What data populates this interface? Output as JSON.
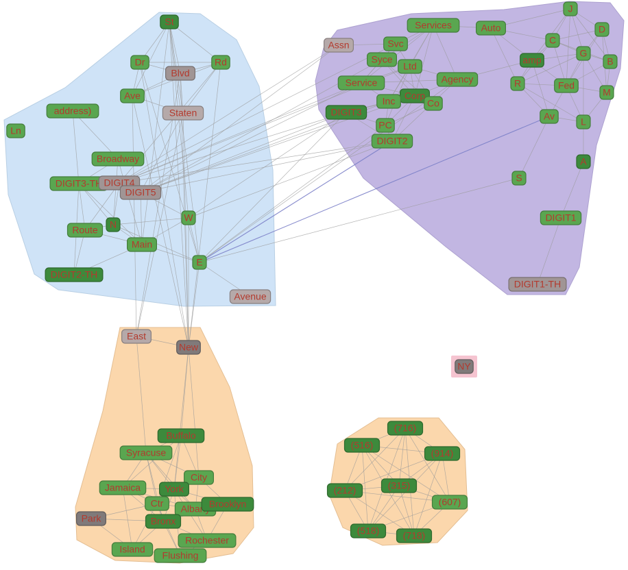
{
  "colors": {
    "cluster_blue": "#cfe3f7",
    "cluster_purple": "#c2b6e2",
    "cluster_orange": "#fbd7ac",
    "node_green": "#5aa650",
    "node_dark_green": "#3d8a3c",
    "node_gray": "#a09595",
    "node_dark_gray": "#807a7a",
    "node_pink_border": "#f0a8b8",
    "label_red": "#b33a2e"
  },
  "nodes": [
    {
      "id": "st",
      "label": "St",
      "color": "#3d8a3c"
    },
    {
      "id": "dr",
      "label": "Dr",
      "color": "#5aa650"
    },
    {
      "id": "blvd",
      "label": "Blvd",
      "color": "#a09595"
    },
    {
      "id": "rd",
      "label": "Rd",
      "color": "#5aa650"
    },
    {
      "id": "ave",
      "label": "Ave",
      "color": "#5aa650"
    },
    {
      "id": "staten",
      "label": "Staten",
      "color": "#b5a9a9"
    },
    {
      "id": "address",
      "label": "address)",
      "color": "#5aa650"
    },
    {
      "id": "ln",
      "label": "Ln",
      "color": "#5aa650"
    },
    {
      "id": "broadway",
      "label": "Broadway",
      "color": "#5aa650"
    },
    {
      "id": "digit3th",
      "label": "DIGIT3-TH",
      "color": "#5aa650"
    },
    {
      "id": "digit4",
      "label": "DIGIT4",
      "color": "#a09595"
    },
    {
      "id": "digit5",
      "label": "DIGIT5",
      "color": "#a09595"
    },
    {
      "id": "w",
      "label": "W",
      "color": "#5aa650"
    },
    {
      "id": "route",
      "label": "Route",
      "color": "#5aa650"
    },
    {
      "id": "n",
      "label": "N",
      "color": "#3d8a3c"
    },
    {
      "id": "main",
      "label": "Main",
      "color": "#5aa650"
    },
    {
      "id": "e",
      "label": "E",
      "color": "#5aa650"
    },
    {
      "id": "digit2th",
      "label": "DIGIT2-TH",
      "color": "#3d8a3c"
    },
    {
      "id": "avenue",
      "label": "Avenue",
      "color": "#b5a9a9"
    },
    {
      "id": "assn",
      "label": "Assn",
      "color": "#b5a9a9"
    },
    {
      "id": "svc",
      "label": "Svc",
      "color": "#5aa650"
    },
    {
      "id": "services",
      "label": "Services",
      "color": "#5aa650"
    },
    {
      "id": "auto",
      "label": "Auto",
      "color": "#5aa650"
    },
    {
      "id": "j",
      "label": "J",
      "color": "#5aa650"
    },
    {
      "id": "d",
      "label": "D",
      "color": "#5aa650"
    },
    {
      "id": "c",
      "label": "C",
      "color": "#5aa650"
    },
    {
      "id": "syce",
      "label": "Syce",
      "color": "#5aa650"
    },
    {
      "id": "ltd",
      "label": "Ltd",
      "color": "#5aa650"
    },
    {
      "id": "amp",
      "label": "amp",
      "color": "#3d8a3c"
    },
    {
      "id": "g",
      "label": "G",
      "color": "#5aa650"
    },
    {
      "id": "b",
      "label": "B",
      "color": "#5aa650"
    },
    {
      "id": "service",
      "label": "Service",
      "color": "#5aa650"
    },
    {
      "id": "agency",
      "label": "Agency",
      "color": "#5aa650"
    },
    {
      "id": "r",
      "label": "R",
      "color": "#5aa650"
    },
    {
      "id": "fed",
      "label": "Fed",
      "color": "#5aa650"
    },
    {
      "id": "m",
      "label": "M",
      "color": "#5aa650"
    },
    {
      "id": "corp",
      "label": "Corp",
      "color": "#3d8a3c"
    },
    {
      "id": "inc",
      "label": "Inc",
      "color": "#5aa650"
    },
    {
      "id": "co",
      "label": "Co",
      "color": "#5aa650"
    },
    {
      "id": "digit3",
      "label": "DIGIT3",
      "color": "#3d8a3c"
    },
    {
      "id": "av",
      "label": "Av",
      "color": "#5aa650"
    },
    {
      "id": "l",
      "label": "L",
      "color": "#5aa650"
    },
    {
      "id": "pc",
      "label": "PC",
      "color": "#5aa650"
    },
    {
      "id": "digit2",
      "label": "DIGIT2",
      "color": "#5aa650"
    },
    {
      "id": "a",
      "label": "A",
      "color": "#3d8a3c"
    },
    {
      "id": "s",
      "label": "S",
      "color": "#5aa650"
    },
    {
      "id": "digit1",
      "label": "DIGIT1",
      "color": "#5aa650"
    },
    {
      "id": "digit1th",
      "label": "DIGIT1-TH",
      "color": "#a09595"
    },
    {
      "id": "east",
      "label": "East",
      "color": "#b5a9a9"
    },
    {
      "id": "new",
      "label": "New",
      "color": "#807a7a"
    },
    {
      "id": "ny",
      "label": "NY",
      "color": "#807a7a"
    },
    {
      "id": "buffalo",
      "label": "Buffalo",
      "color": "#3d8a3c"
    },
    {
      "id": "syracuse",
      "label": "Syracuse",
      "color": "#5aa650"
    },
    {
      "id": "city",
      "label": "City",
      "color": "#5aa650"
    },
    {
      "id": "jamaica",
      "label": "Jamaica",
      "color": "#5aa650"
    },
    {
      "id": "york",
      "label": "York",
      "color": "#3d8a3c"
    },
    {
      "id": "ctr",
      "label": "Ctr",
      "color": "#5aa650"
    },
    {
      "id": "albany",
      "label": "Albany",
      "color": "#5aa650"
    },
    {
      "id": "brooklyn",
      "label": "Brooklyn",
      "color": "#3d8a3c"
    },
    {
      "id": "park",
      "label": "Park",
      "color": "#807a7a"
    },
    {
      "id": "bronx",
      "label": "Bronx",
      "color": "#3d8a3c"
    },
    {
      "id": "rochester",
      "label": "Rochester",
      "color": "#5aa650"
    },
    {
      "id": "island",
      "label": "Island",
      "color": "#5aa650"
    },
    {
      "id": "flushing",
      "label": "Flushing",
      "color": "#5aa650"
    },
    {
      "id": "a716",
      "label": "(716)",
      "color": "#3d8a3c"
    },
    {
      "id": "a516",
      "label": "(516)",
      "color": "#3d8a3c"
    },
    {
      "id": "a914",
      "label": "(914)",
      "color": "#3d8a3c"
    },
    {
      "id": "a315",
      "label": "(315)",
      "color": "#3d8a3c"
    },
    {
      "id": "a212",
      "label": "(212)",
      "color": "#3d8a3c"
    },
    {
      "id": "a607",
      "label": "(607)",
      "color": "#5aa650"
    },
    {
      "id": "a518",
      "label": "(518)",
      "color": "#3d8a3c"
    },
    {
      "id": "a718",
      "label": "(718)",
      "color": "#3d8a3c"
    }
  ],
  "edges": [
    [
      "st",
      "dr"
    ],
    [
      "st",
      "blvd"
    ],
    [
      "st",
      "rd"
    ],
    [
      "st",
      "ave"
    ],
    [
      "st",
      "staten"
    ],
    [
      "st",
      "w"
    ],
    [
      "st",
      "e"
    ],
    [
      "st",
      "new"
    ],
    [
      "st",
      "main"
    ],
    [
      "dr",
      "blvd"
    ],
    [
      "dr",
      "ave"
    ],
    [
      "dr",
      "rd"
    ],
    [
      "dr",
      "e"
    ],
    [
      "dr",
      "new"
    ],
    [
      "blvd",
      "rd"
    ],
    [
      "blvd",
      "ave"
    ],
    [
      "blvd",
      "staten"
    ],
    [
      "blvd",
      "new"
    ],
    [
      "blvd",
      "east"
    ],
    [
      "rd",
      "ave"
    ],
    [
      "rd",
      "staten"
    ],
    [
      "rd",
      "digit4"
    ],
    [
      "rd",
      "new"
    ],
    [
      "ave",
      "staten"
    ],
    [
      "ave",
      "new"
    ],
    [
      "ave",
      "east"
    ],
    [
      "staten",
      "new"
    ],
    [
      "staten",
      "east"
    ],
    [
      "staten",
      "digit5"
    ],
    [
      "address",
      "broadway"
    ],
    [
      "address",
      "digit3th"
    ],
    [
      "broadway",
      "digit3th"
    ],
    [
      "broadway",
      "n"
    ],
    [
      "broadway",
      "main"
    ],
    [
      "digit3th",
      "digit4"
    ],
    [
      "digit3th",
      "route"
    ],
    [
      "digit3th",
      "n"
    ],
    [
      "digit3th",
      "main"
    ],
    [
      "digit3th",
      "digit2th"
    ],
    [
      "digit4",
      "digit5"
    ],
    [
      "digit4",
      "route"
    ],
    [
      "digit4",
      "n"
    ],
    [
      "digit5",
      "main"
    ],
    [
      "digit5",
      "w"
    ],
    [
      "route",
      "n"
    ],
    [
      "route",
      "main"
    ],
    [
      "route",
      "digit2th"
    ],
    [
      "n",
      "main"
    ],
    [
      "n",
      "e"
    ],
    [
      "n",
      "w"
    ],
    [
      "main",
      "w"
    ],
    [
      "main",
      "e"
    ],
    [
      "main",
      "digit2th"
    ],
    [
      "e",
      "w"
    ],
    [
      "e",
      "avenue"
    ],
    [
      "w",
      "new"
    ],
    [
      "e",
      "new"
    ],
    [
      "digit3",
      "digit4"
    ],
    [
      "digit3",
      "digit5"
    ],
    [
      "digit2",
      "digit4"
    ],
    [
      "digit2",
      "digit5"
    ],
    [
      "digit2",
      "e"
    ],
    [
      "digit3",
      "e"
    ],
    [
      "assn",
      "digit5"
    ],
    [
      "assn",
      "digit4"
    ],
    [
      "svc",
      "digit4"
    ],
    [
      "syce",
      "digit5"
    ],
    [
      "service",
      "digit5"
    ],
    [
      "service",
      "digit4"
    ],
    [
      "inc",
      "digit5"
    ],
    [
      "corp",
      "digit5"
    ],
    [
      "ltd",
      "digit4"
    ],
    [
      "pc",
      "e"
    ],
    [
      "agency",
      "e"
    ],
    [
      "av",
      "e"
    ],
    [
      "s",
      "e"
    ],
    [
      "digit3",
      "w"
    ],
    [
      "digit2",
      "w"
    ],
    [
      "svc",
      "services"
    ],
    [
      "svc",
      "syce"
    ],
    [
      "svc",
      "ltd"
    ],
    [
      "svc",
      "service"
    ],
    [
      "svc",
      "assn"
    ],
    [
      "services",
      "syce"
    ],
    [
      "services",
      "ltd"
    ],
    [
      "services",
      "service"
    ],
    [
      "services",
      "agency"
    ],
    [
      "services",
      "corp"
    ],
    [
      "services",
      "inc"
    ],
    [
      "services",
      "auto"
    ],
    [
      "syce",
      "ltd"
    ],
    [
      "syce",
      "service"
    ],
    [
      "syce",
      "corp"
    ],
    [
      "syce",
      "co"
    ],
    [
      "ltd",
      "service"
    ],
    [
      "ltd",
      "agency"
    ],
    [
      "ltd",
      "corp"
    ],
    [
      "ltd",
      "inc"
    ],
    [
      "ltd",
      "co"
    ],
    [
      "ltd",
      "pc"
    ],
    [
      "service",
      "agency"
    ],
    [
      "service",
      "corp"
    ],
    [
      "service",
      "inc"
    ],
    [
      "corp",
      "inc"
    ],
    [
      "corp",
      "co"
    ],
    [
      "corp",
      "pc"
    ],
    [
      "corp",
      "digit3"
    ],
    [
      "corp",
      "digit2"
    ],
    [
      "inc",
      "co"
    ],
    [
      "inc",
      "pc"
    ],
    [
      "inc",
      "digit3"
    ],
    [
      "co",
      "pc"
    ],
    [
      "pc",
      "digit2"
    ],
    [
      "pc",
      "digit3"
    ],
    [
      "digit3",
      "digit2"
    ],
    [
      "agency",
      "digit2"
    ],
    [
      "agency",
      "corp"
    ],
    [
      "agency",
      "amp"
    ],
    [
      "auto",
      "amp"
    ],
    [
      "auto",
      "c"
    ],
    [
      "auto",
      "j"
    ],
    [
      "auto",
      "r"
    ],
    [
      "j",
      "d"
    ],
    [
      "j",
      "c"
    ],
    [
      "j",
      "g"
    ],
    [
      "j",
      "b"
    ],
    [
      "j",
      "fed"
    ],
    [
      "j",
      "amp"
    ],
    [
      "d",
      "c"
    ],
    [
      "d",
      "g"
    ],
    [
      "d",
      "b"
    ],
    [
      "d",
      "m"
    ],
    [
      "d",
      "fed"
    ],
    [
      "c",
      "amp"
    ],
    [
      "c",
      "g"
    ],
    [
      "c",
      "r"
    ],
    [
      "c",
      "fed"
    ],
    [
      "c",
      "b"
    ],
    [
      "amp",
      "r"
    ],
    [
      "amp",
      "fed"
    ],
    [
      "amp",
      "g"
    ],
    [
      "amp",
      "av"
    ],
    [
      "g",
      "b"
    ],
    [
      "g",
      "fed"
    ],
    [
      "g",
      "m"
    ],
    [
      "g",
      "l"
    ],
    [
      "g",
      "r"
    ],
    [
      "b",
      "m"
    ],
    [
      "b",
      "fed"
    ],
    [
      "r",
      "fed"
    ],
    [
      "r",
      "av"
    ],
    [
      "r",
      "l"
    ],
    [
      "fed",
      "m"
    ],
    [
      "fed",
      "l"
    ],
    [
      "fed",
      "av"
    ],
    [
      "m",
      "l"
    ],
    [
      "av",
      "l"
    ],
    [
      "av",
      "s"
    ],
    [
      "a",
      "digit1"
    ],
    [
      "digit1",
      "digit1th"
    ],
    [
      "l",
      "a"
    ],
    [
      "east",
      "new"
    ],
    [
      "new",
      "buffalo"
    ],
    [
      "new",
      "york"
    ],
    [
      "new",
      "city"
    ],
    [
      "east",
      "syracuse"
    ],
    [
      "buffalo",
      "syracuse"
    ],
    [
      "buffalo",
      "city"
    ],
    [
      "buffalo",
      "york"
    ],
    [
      "buffalo",
      "jamaica"
    ],
    [
      "buffalo",
      "ctr"
    ],
    [
      "syracuse",
      "city"
    ],
    [
      "syracuse",
      "jamaica"
    ],
    [
      "syracuse",
      "york"
    ],
    [
      "syracuse",
      "ctr"
    ],
    [
      "syracuse",
      "albany"
    ],
    [
      "syracuse",
      "bronx"
    ],
    [
      "city",
      "york"
    ],
    [
      "city",
      "albany"
    ],
    [
      "city",
      "brooklyn"
    ],
    [
      "city",
      "ctr"
    ],
    [
      "jamaica",
      "york"
    ],
    [
      "jamaica",
      "ctr"
    ],
    [
      "jamaica",
      "bronx"
    ],
    [
      "jamaica",
      "island"
    ],
    [
      "jamaica",
      "albany"
    ],
    [
      "york",
      "ctr"
    ],
    [
      "york",
      "albany"
    ],
    [
      "york",
      "brooklyn"
    ],
    [
      "york",
      "bronx"
    ],
    [
      "york",
      "rochester"
    ],
    [
      "york",
      "flushing"
    ],
    [
      "ctr",
      "albany"
    ],
    [
      "ctr",
      "bronx"
    ],
    [
      "ctr",
      "island"
    ],
    [
      "ctr",
      "flushing"
    ],
    [
      "albany",
      "brooklyn"
    ],
    [
      "albany",
      "bronx"
    ],
    [
      "albany",
      "rochester"
    ],
    [
      "brooklyn",
      "rochester"
    ],
    [
      "brooklyn",
      "bronx"
    ],
    [
      "park",
      "bronx"
    ],
    [
      "park",
      "island"
    ],
    [
      "park",
      "ctr"
    ],
    [
      "bronx",
      "rochester"
    ],
    [
      "bronx",
      "island"
    ],
    [
      "bronx",
      "flushing"
    ],
    [
      "island",
      "flushing"
    ],
    [
      "flushing",
      "rochester"
    ],
    [
      "a716",
      "a516"
    ],
    [
      "a716",
      "a914"
    ],
    [
      "a716",
      "a315"
    ],
    [
      "a716",
      "a212"
    ],
    [
      "a716",
      "a607"
    ],
    [
      "a716",
      "a518"
    ],
    [
      "a716",
      "a718"
    ],
    [
      "a516",
      "a914"
    ],
    [
      "a516",
      "a315"
    ],
    [
      "a516",
      "a212"
    ],
    [
      "a516",
      "a607"
    ],
    [
      "a516",
      "a518"
    ],
    [
      "a516",
      "a718"
    ],
    [
      "a914",
      "a315"
    ],
    [
      "a914",
      "a212"
    ],
    [
      "a914",
      "a607"
    ],
    [
      "a914",
      "a518"
    ],
    [
      "a914",
      "a718"
    ],
    [
      "a315",
      "a212"
    ],
    [
      "a315",
      "a607"
    ],
    [
      "a315",
      "a518"
    ],
    [
      "a315",
      "a718"
    ],
    [
      "a212",
      "a607"
    ],
    [
      "a212",
      "a518"
    ],
    [
      "a212",
      "a718"
    ],
    [
      "a607",
      "a518"
    ],
    [
      "a607",
      "a718"
    ],
    [
      "a518",
      "a718"
    ]
  ],
  "accent_edges": [
    [
      "digit2",
      "e"
    ],
    [
      "av",
      "e"
    ]
  ]
}
